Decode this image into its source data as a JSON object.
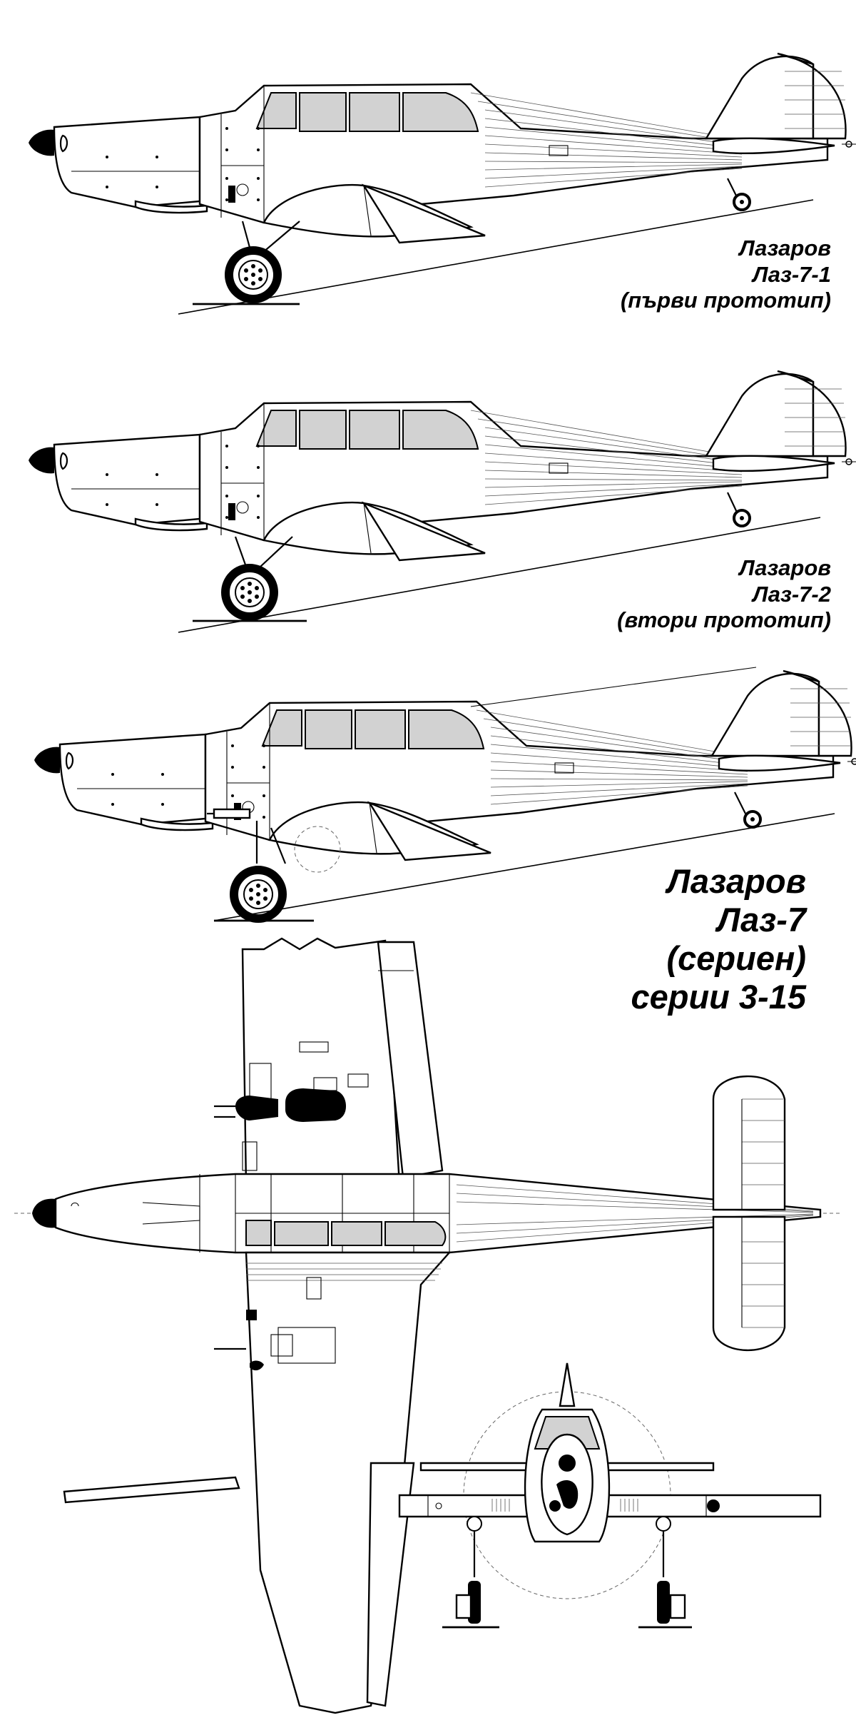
{
  "captions": [
    {
      "id": "laz-7-1",
      "lines": [
        "Лазаров",
        "Лаз-7-1",
        "(първи прототип)"
      ]
    },
    {
      "id": "laz-7-2",
      "lines": [
        "Лазаров",
        "Лаз-7-2",
        "(втори прототип)"
      ]
    },
    {
      "id": "laz-7",
      "lines": [
        "Лазаров",
        "Лаз-7",
        "(сериен)",
        "серии 3-15"
      ]
    }
  ],
  "views": [
    {
      "id": "side-view-laz-7-1",
      "icon": "aircraft-side-view-icon"
    },
    {
      "id": "side-view-laz-7-2",
      "icon": "aircraft-side-view-icon"
    },
    {
      "id": "side-view-laz-7",
      "icon": "aircraft-side-view-icon"
    },
    {
      "id": "top-view-laz-7",
      "icon": "aircraft-top-view-icon"
    },
    {
      "id": "front-view-laz-7",
      "icon": "aircraft-front-view-icon"
    }
  ],
  "colors": {
    "line": "#000000",
    "glazing": "#d2d2d2",
    "background": "#ffffff"
  }
}
